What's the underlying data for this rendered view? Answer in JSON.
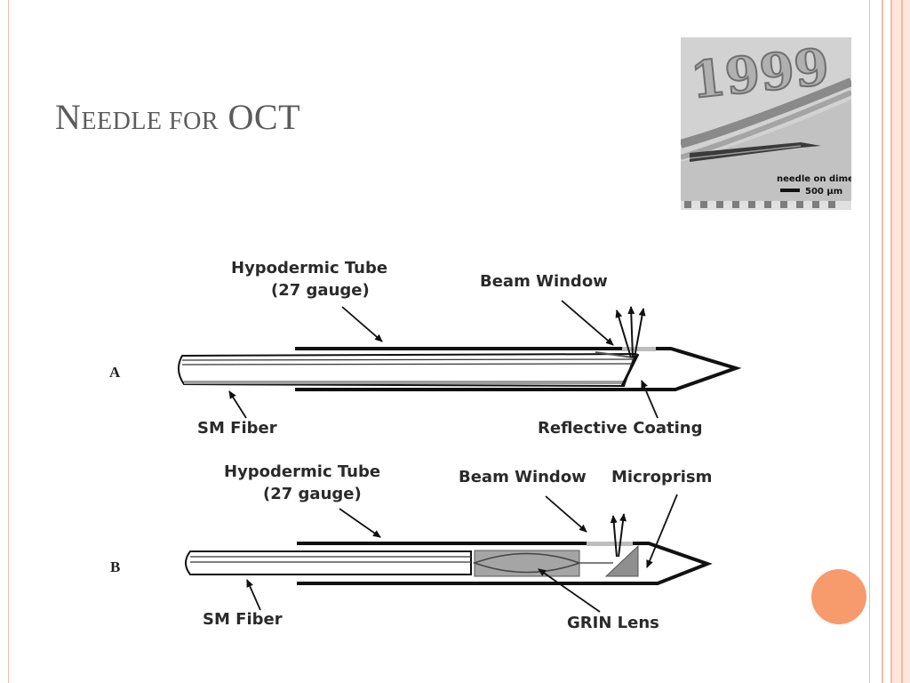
{
  "slide": {
    "title_first_letter": "N",
    "title_rest": "eedle for",
    "title_tail": "OCT",
    "accent_color": "#f79a6c",
    "frame_color": "#f3b9a8"
  },
  "photo": {
    "caption": "needle on dime",
    "scale_label": "500 µm",
    "coin_year": "1999"
  },
  "diagram_a": {
    "panel_label": "A",
    "tube_label_line1": "Hypodermic Tube",
    "tube_label_line2": "(27 gauge)",
    "window_label": "Beam Window",
    "fiber_label": "SM Fiber",
    "coating_label": "Reflective Coating"
  },
  "diagram_b": {
    "panel_label": "B",
    "tube_label_line1": "Hypodermic Tube",
    "tube_label_line2": "(27 gauge)",
    "window_label": "Beam Window",
    "prism_label": "Microprism",
    "fiber_label": "SM Fiber",
    "lens_label": "GRIN Lens"
  }
}
